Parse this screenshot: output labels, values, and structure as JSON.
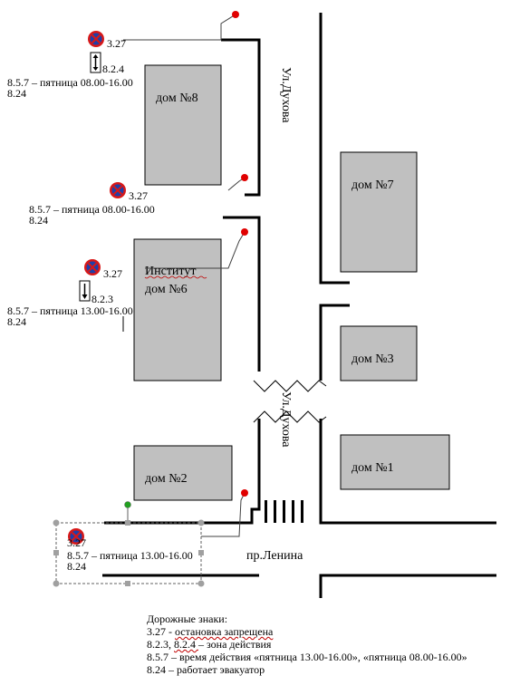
{
  "streets": {
    "dukhova_top": "Ул.Духова",
    "dukhova_bottom": "Ул.Духова",
    "lenina": "пр.Ленина"
  },
  "houses": {
    "h8": "дом №8",
    "h7": "дом №7",
    "institute_line1": "Институт",
    "institute_line2": "дом №6",
    "h3": "дом №3",
    "h2": "дом №2",
    "h1": "дом №1"
  },
  "signs": {
    "group1": {
      "code": "3.27",
      "zone": "8.2.4",
      "time": "8.5.7 – пятница 08.00-16.00",
      "extra": "8.24"
    },
    "group2": {
      "code": "3.27",
      "time": "8.5.7 – пятница 08.00-16.00",
      "extra": "8.24"
    },
    "group3": {
      "code": "3.27",
      "zone": "8.2.3",
      "time": "8.5.7 – пятница 13.00-16.00",
      "extra": "8.24"
    },
    "group4": {
      "code": "3.27",
      "time": "8.5.7 – пятница 13.00-16.00",
      "extra": "8.24"
    }
  },
  "legend": {
    "title": "Дорожные знаки:",
    "line1_code": "3.27 - ",
    "line1_text": "остановка  запрещена",
    "line2_code": "8.2.3, ",
    "line2_code_b": "8.2.4 ",
    "line2_text": " – зона действия",
    "line3": "8.5.7 – время действия  «пятница 13.00-16.00», «пятница 08.00-16.00»",
    "line4": "8.24 –  работает эвакуатор"
  },
  "colors": {
    "pin": "#e00000",
    "house_fill": "#c0c0c0",
    "sign_red": "#d81818",
    "sign_blue": "#1f3fa8",
    "handle_green": "#22a020"
  }
}
